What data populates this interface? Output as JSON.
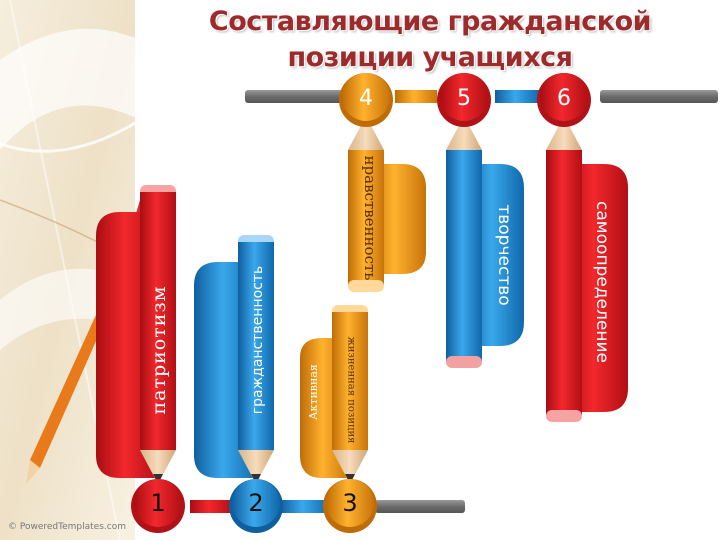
{
  "title": "Составляющие гражданской позиции учащихся",
  "watermark": "© PoweredTemplates.com",
  "colors": {
    "red": "#e3161d",
    "blue": "#1e8fd6",
    "orange": "#f39a14",
    "gray": "#7a7a7a",
    "title": "#9e2b2b"
  },
  "components": [
    {
      "number": "1",
      "label": "патриотизм",
      "color": "red"
    },
    {
      "number": "2",
      "label": "гражданственность",
      "color": "blue"
    },
    {
      "number": "3",
      "label_lines": [
        "Активная",
        "жизненная позиция"
      ],
      "color": "orange"
    },
    {
      "number": "4",
      "label": "нравственность",
      "color": "orange"
    },
    {
      "number": "5",
      "label": "творчество",
      "color": "blue"
    },
    {
      "number": "6",
      "label": "самоопределение",
      "color": "red"
    }
  ]
}
